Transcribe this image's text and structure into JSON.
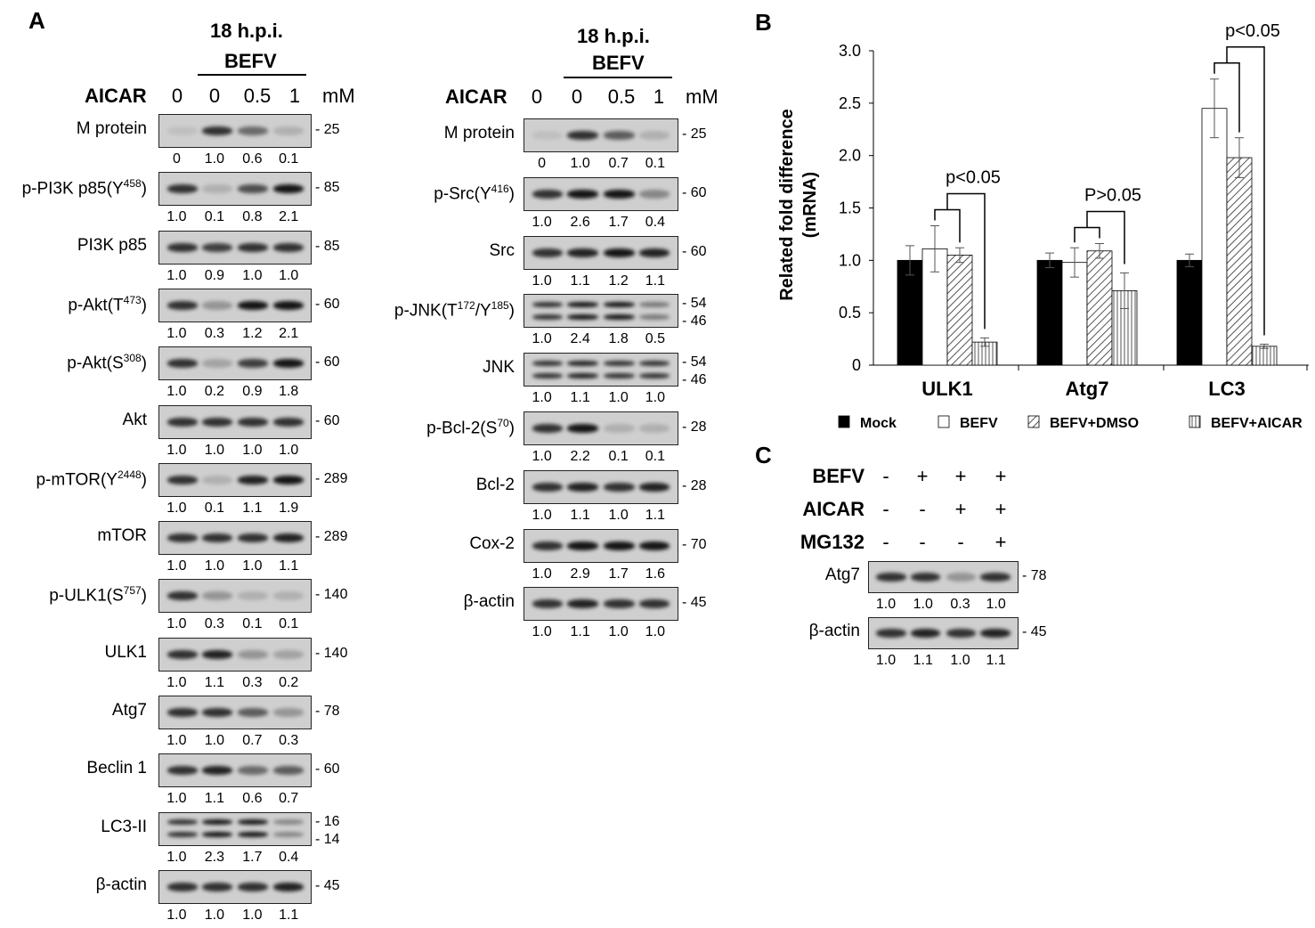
{
  "panelA": {
    "letter": "A",
    "left": {
      "header": {
        "time": "18 h.p.i.",
        "virus": "BEFV",
        "treatment": "AICAR",
        "unit": "mM",
        "doses": [
          "0",
          "0",
          "0.5",
          "1"
        ]
      },
      "blots": [
        {
          "label": "M protein",
          "mw": [
            "25"
          ],
          "quant": [
            "0",
            "1.0",
            "0.6",
            "0.1"
          ],
          "bands": [
            0,
            1.0,
            0.6,
            0.1
          ]
        },
        {
          "label": "p-PI3K p85(Y",
          "sup": "458",
          "tail": ")",
          "mw": [
            "85"
          ],
          "quant": [
            "1.0",
            "0.1",
            "0.8",
            "2.1"
          ],
          "bands": [
            1.0,
            0.1,
            0.8,
            2.1
          ]
        },
        {
          "label": "PI3K p85",
          "mw": [
            "85"
          ],
          "quant": [
            "1.0",
            "0.9",
            "1.0",
            "1.0"
          ],
          "bands": [
            1.0,
            0.9,
            1.0,
            1.0
          ]
        },
        {
          "label": "p-Akt(T",
          "sup": "473",
          "tail": ")",
          "mw": [
            "60"
          ],
          "quant": [
            "1.0",
            "0.3",
            "1.2",
            "2.1"
          ],
          "bands": [
            1.0,
            0.3,
            1.2,
            2.1
          ]
        },
        {
          "label": "p-Akt(S",
          "sup": "308",
          "tail": ")",
          "mw": [
            "60"
          ],
          "quant": [
            "1.0",
            "0.2",
            "0.9",
            "1.8"
          ],
          "bands": [
            1.0,
            0.2,
            0.9,
            1.8
          ]
        },
        {
          "label": "Akt",
          "mw": [
            "60"
          ],
          "quant": [
            "1.0",
            "1.0",
            "1.0",
            "1.0"
          ],
          "bands": [
            1.0,
            1.0,
            1.0,
            1.0
          ]
        },
        {
          "label": "p-mTOR(Y",
          "sup": "2448",
          "tail": ")",
          "mw": [
            "289"
          ],
          "quant": [
            "1.0",
            "0.1",
            "1.1",
            "1.9"
          ],
          "bands": [
            1.0,
            0.1,
            1.1,
            1.9
          ]
        },
        {
          "label": "mTOR",
          "mw": [
            "289"
          ],
          "quant": [
            "1.0",
            "1.0",
            "1.0",
            "1.1"
          ],
          "bands": [
            1.0,
            1.0,
            1.0,
            1.1
          ]
        },
        {
          "label": "p-ULK1(S",
          "sup": "757",
          "tail": ")",
          "mw": [
            "140"
          ],
          "quant": [
            "1.0",
            "0.3",
            "0.1",
            "0.1"
          ],
          "bands": [
            1.0,
            0.3,
            0.1,
            0.1
          ]
        },
        {
          "label": "ULK1",
          "mw": [
            "140"
          ],
          "quant": [
            "1.0",
            "1.1",
            "0.3",
            "0.2"
          ],
          "bands": [
            1.0,
            1.1,
            0.3,
            0.2
          ]
        },
        {
          "label": "Atg7",
          "mw": [
            "78"
          ],
          "quant": [
            "1.0",
            "1.0",
            "0.7",
            "0.3"
          ],
          "bands": [
            1.0,
            1.0,
            0.7,
            0.3
          ]
        },
        {
          "label": "Beclin 1",
          "mw": [
            "60"
          ],
          "quant": [
            "1.0",
            "1.1",
            "0.6",
            "0.7"
          ],
          "bands": [
            1.0,
            1.1,
            0.6,
            0.7
          ]
        },
        {
          "label": "LC3-II",
          "mw": [
            "16",
            "14"
          ],
          "quant": [
            "1.0",
            "2.3",
            "1.7",
            "0.4"
          ],
          "bands": [
            1.0,
            2.3,
            1.7,
            0.4
          ]
        },
        {
          "label": "β-actin",
          "mw": [
            "45"
          ],
          "quant": [
            "1.0",
            "1.0",
            "1.0",
            "1.1"
          ],
          "bands": [
            1.0,
            1.0,
            1.0,
            1.1
          ]
        }
      ]
    },
    "right": {
      "header": {
        "time": "18 h.p.i.",
        "virus": "BEFV",
        "treatment": "AICAR",
        "unit": "mM",
        "doses": [
          "0",
          "0",
          "0.5",
          "1"
        ]
      },
      "blots": [
        {
          "label": "M protein",
          "mw": [
            "25"
          ],
          "quant": [
            "0",
            "1.0",
            "0.7",
            "0.1"
          ],
          "bands": [
            0,
            1.0,
            0.7,
            0.1
          ]
        },
        {
          "label": "p-Src(Y",
          "sup": "416",
          "tail": ")",
          "mw": [
            "60"
          ],
          "quant": [
            "1.0",
            "2.6",
            "1.7",
            "0.4"
          ],
          "bands": [
            1.0,
            2.6,
            1.7,
            0.4
          ]
        },
        {
          "label": "Src",
          "mw": [
            "60"
          ],
          "quant": [
            "1.0",
            "1.1",
            "1.2",
            "1.1"
          ],
          "bands": [
            1.0,
            1.1,
            1.2,
            1.1
          ]
        },
        {
          "label": "p-JNK(T",
          "sup": "172",
          "mid": "/Y",
          "sup2": "185",
          "tail": ")",
          "mw": [
            "54",
            "46"
          ],
          "quant": [
            "1.0",
            "2.4",
            "1.8",
            "0.5"
          ],
          "bands": [
            1.0,
            2.4,
            1.8,
            0.5
          ]
        },
        {
          "label": "JNK",
          "mw": [
            "54",
            "46"
          ],
          "quant": [
            "1.0",
            "1.1",
            "1.0",
            "1.0"
          ],
          "bands": [
            1.0,
            1.1,
            1.0,
            1.0
          ]
        },
        {
          "label": "p-Bcl-2(S",
          "sup": "70",
          "tail": ")",
          "mw": [
            "28"
          ],
          "quant": [
            "1.0",
            "2.2",
            "0.1",
            "0.1"
          ],
          "bands": [
            1.0,
            2.2,
            0.1,
            0.1
          ]
        },
        {
          "label": "Bcl-2",
          "mw": [
            "28"
          ],
          "quant": [
            "1.0",
            "1.1",
            "1.0",
            "1.1"
          ],
          "bands": [
            1.0,
            1.1,
            1.0,
            1.1
          ]
        },
        {
          "label": "Cox-2",
          "mw": [
            "70"
          ],
          "quant": [
            "1.0",
            "2.9",
            "1.7",
            "1.6"
          ],
          "bands": [
            1.0,
            2.9,
            1.7,
            1.6
          ]
        },
        {
          "label": "β-actin",
          "mw": [
            "45"
          ],
          "quant": [
            "1.0",
            "1.1",
            "1.0",
            "1.0"
          ],
          "bands": [
            1.0,
            1.1,
            1.0,
            1.0
          ]
        }
      ]
    }
  },
  "panelB": {
    "letter": "B",
    "chart_data": {
      "type": "bar",
      "title": "",
      "xlabel": "",
      "ylabel": "Related fold difference (mRNA)",
      "ylim": [
        0,
        3.0
      ],
      "yticks": [
        "0",
        "0.5",
        "1.0",
        "1.5",
        "2.0",
        "2.5",
        "3.0"
      ],
      "categories": [
        "ULK1",
        "Atg7",
        "LC3"
      ],
      "series": [
        {
          "name": "Mock",
          "values": [
            1.0,
            1.0,
            1.0
          ],
          "errors": [
            0.14,
            0.07,
            0.06
          ],
          "color": "#000000",
          "pattern": "solid"
        },
        {
          "name": "BEFV",
          "values": [
            1.11,
            0.98,
            2.45
          ],
          "errors": [
            0.22,
            0.14,
            0.28
          ],
          "color": "#ffffff",
          "pattern": "open"
        },
        {
          "name": "BEFV+DMSO",
          "values": [
            1.05,
            1.09,
            1.98
          ],
          "errors": [
            0.07,
            0.07,
            0.19
          ],
          "color": "#ffffff",
          "pattern": "diagonal"
        },
        {
          "name": "BEFV+AICAR",
          "values": [
            0.22,
            0.71,
            0.18
          ],
          "errors": [
            0.04,
            0.17,
            0.02
          ],
          "color": "#ffffff",
          "pattern": "vertical"
        }
      ],
      "annotations": [
        "p<0.05",
        "P>0.05",
        "p<0.05"
      ],
      "legend_position": "bottom"
    }
  },
  "panelC": {
    "letter": "C",
    "rows": [
      {
        "label": "BEFV",
        "signs": [
          "-",
          "+",
          "+",
          "+"
        ]
      },
      {
        "label": "AICAR",
        "signs": [
          "-",
          "-",
          "+",
          "+"
        ]
      },
      {
        "label": "MG132",
        "signs": [
          "-",
          "-",
          "-",
          "+"
        ]
      }
    ],
    "blots": [
      {
        "label": "Atg7",
        "mw": [
          "78"
        ],
        "quant": [
          "1.0",
          "1.0",
          "0.3",
          "1.0"
        ],
        "bands": [
          1.0,
          1.0,
          0.3,
          1.0
        ]
      },
      {
        "label": "β-actin",
        "mw": [
          "45"
        ],
        "quant": [
          "1.0",
          "1.1",
          "1.0",
          "1.1"
        ],
        "bands": [
          1.0,
          1.1,
          1.0,
          1.1
        ]
      }
    ]
  }
}
